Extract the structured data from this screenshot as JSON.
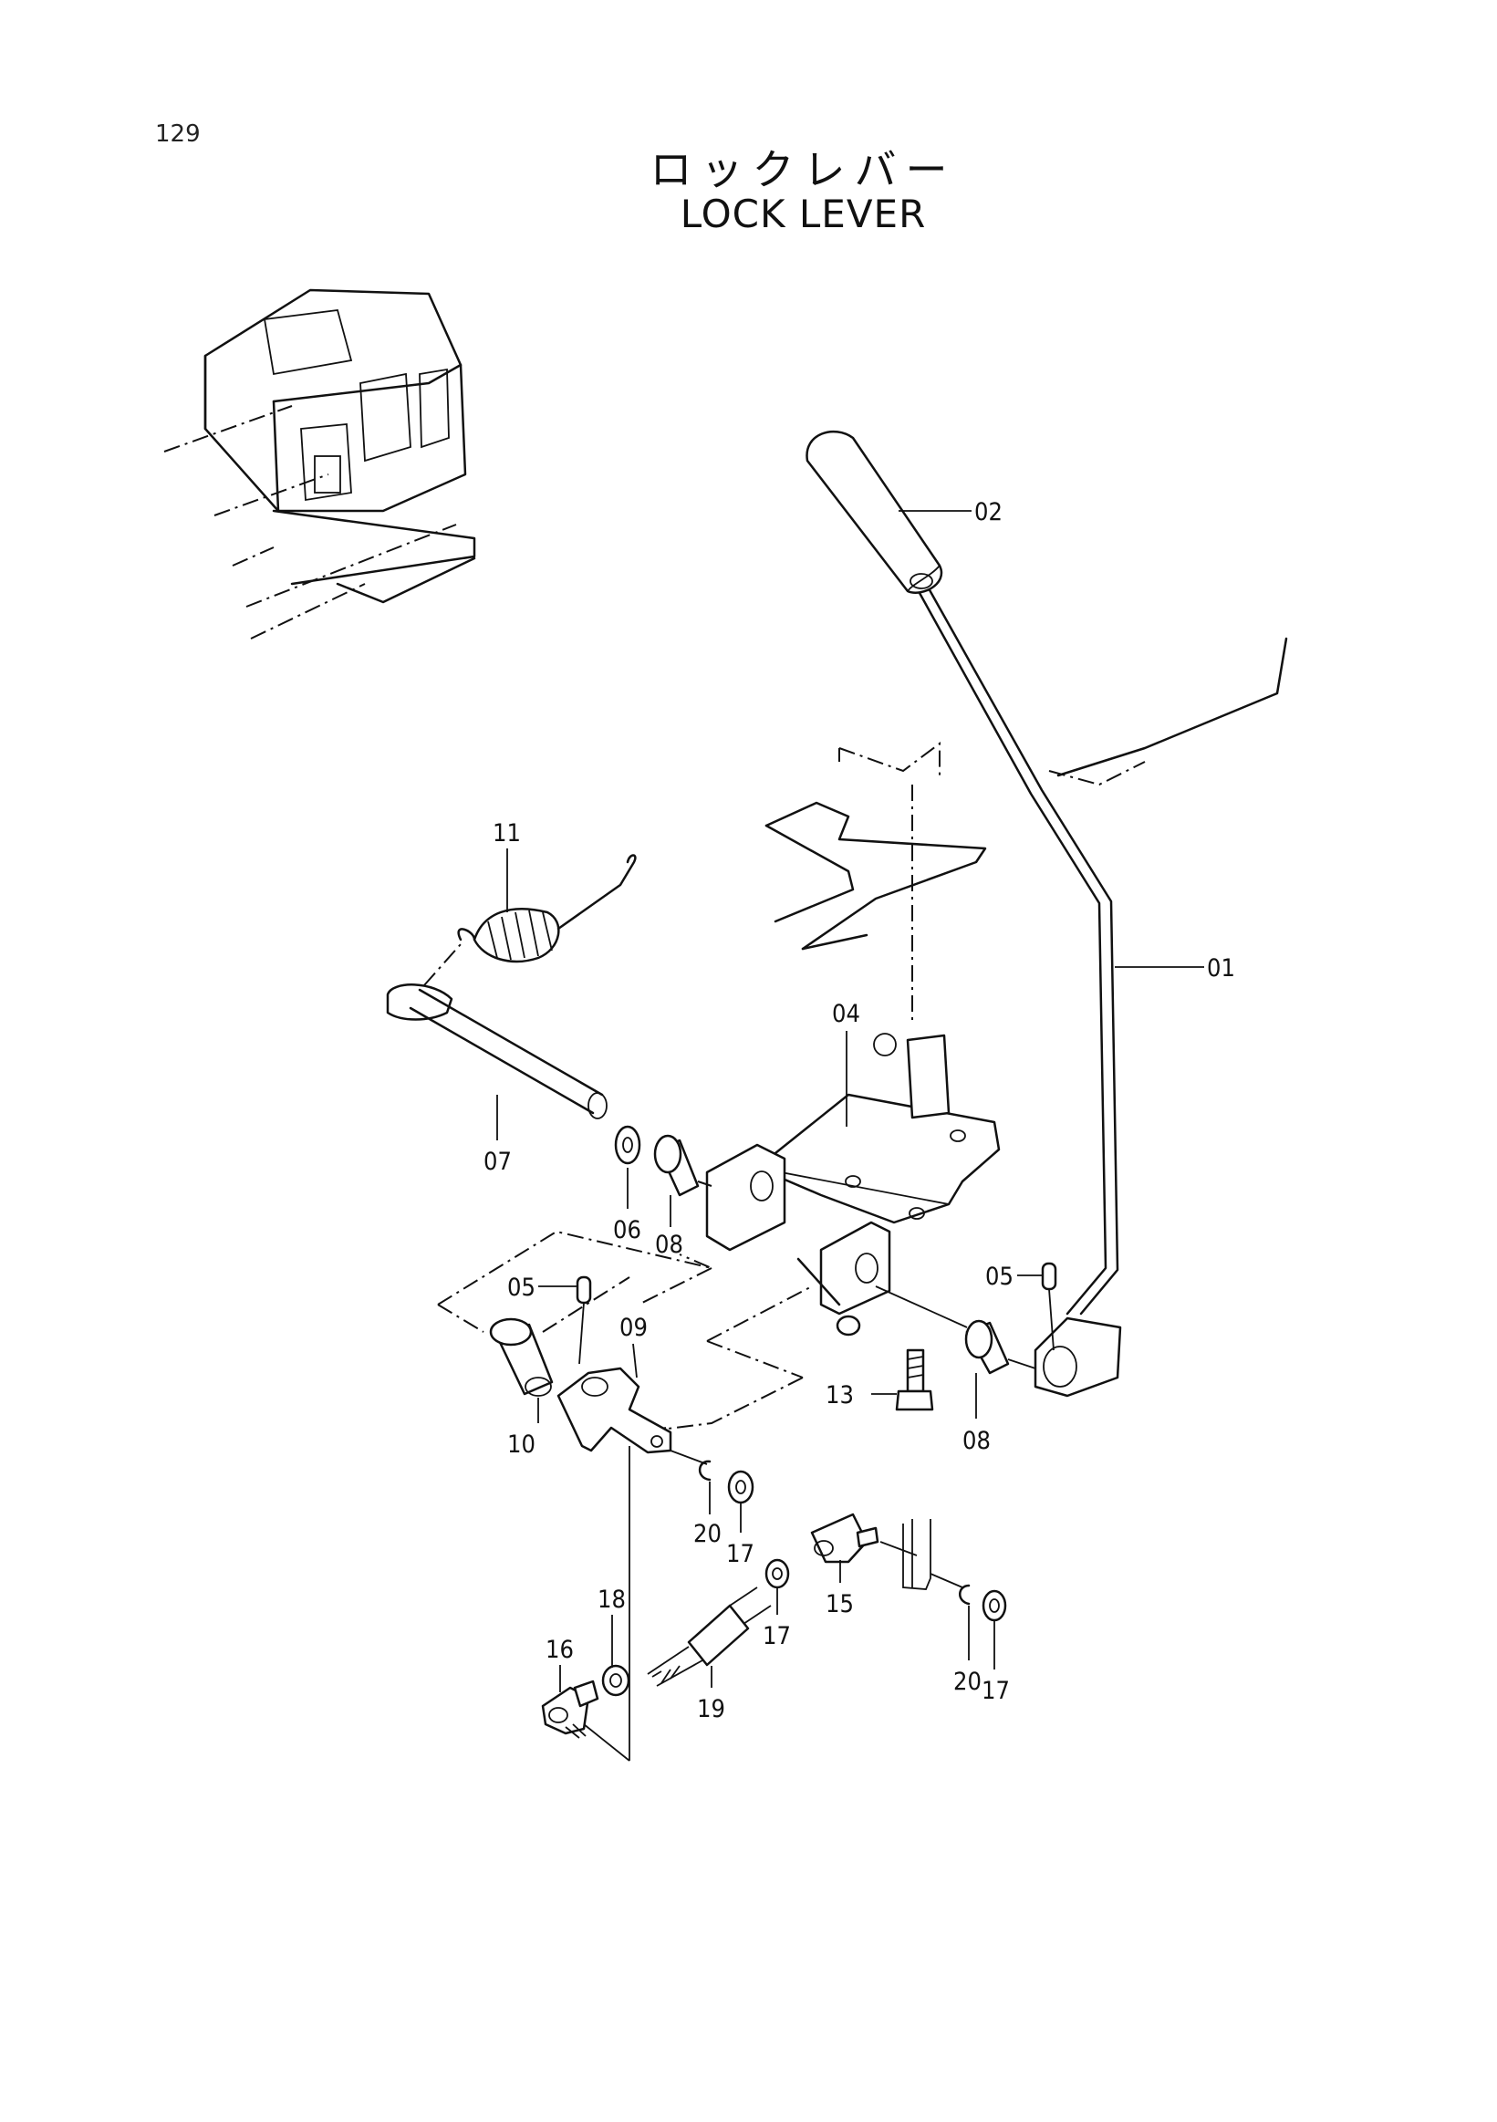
{
  "page": {
    "number": "129"
  },
  "title": {
    "japanese": "ロックレバー",
    "english": "LOCK LEVER"
  },
  "callouts": {
    "c01": "01",
    "c02": "02",
    "c04": "04",
    "c05a": "05",
    "c05b": "05",
    "c06": "06",
    "c07": "07",
    "c08a": "08",
    "c08b": "08",
    "c09": "09",
    "c10": "10",
    "c11": "11",
    "c13": "13",
    "c15": "15",
    "c16": "16",
    "c17a": "17",
    "c17b": "17",
    "c17c": "17",
    "c18": "18",
    "c19": "19",
    "c20a": "20",
    "c20b": "20"
  }
}
